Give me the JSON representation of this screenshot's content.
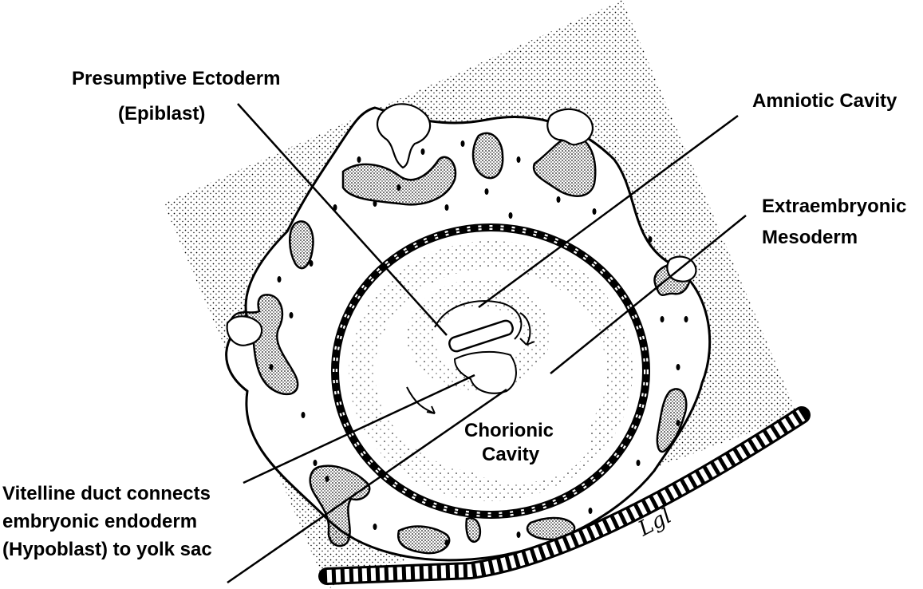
{
  "labels": {
    "presumptive_ectoderm": "Presumptive Ectoderm",
    "epiblast": "(Epiblast)",
    "amniotic_cavity": "Amniotic Cavity",
    "extraembryonic_line1": "Extraembryonic",
    "extraembryonic_line2": "Mesoderm",
    "chorionic_line1": "Chorionic",
    "chorionic_line2": "Cavity",
    "vitelline_line1": "Vitelline duct connects",
    "vitelline_line2": "embryonic endoderm",
    "vitelline_line3": "(Hypoblast) to yolk sac"
  },
  "signature": "Lgl",
  "colors": {
    "ink": "#000000",
    "background": "#ffffff"
  }
}
